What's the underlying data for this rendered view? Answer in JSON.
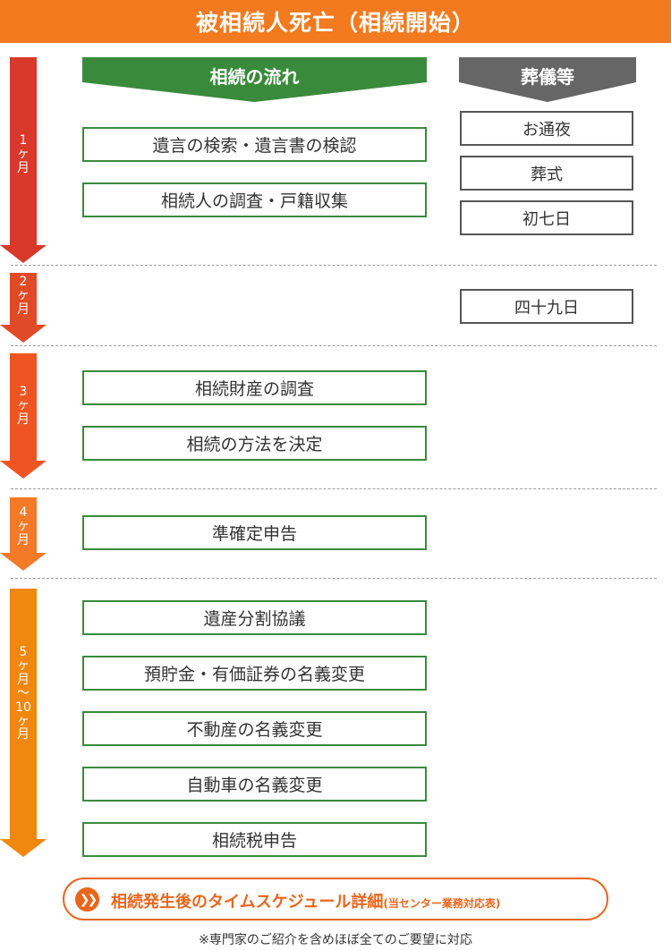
{
  "header": {
    "title": "被相続人死亡（相続開始）"
  },
  "columns": {
    "main_heading": "相続の流れ",
    "side_heading": "葬儀等"
  },
  "periods": [
    {
      "label": "1\nヶ\n月",
      "color": "#d8392b"
    },
    {
      "label": "2\nヶ\n月",
      "color": "#e04a26"
    },
    {
      "label": "3\nヶ\n月",
      "color": "#ef5522"
    },
    {
      "label": "4\nヶ\n月",
      "color": "#f47a28"
    },
    {
      "label": "5\nヶ\n月\n〜\n10\nヶ\n月",
      "color": "#f0870f"
    }
  ],
  "steps": [
    "遺言の検索・遺言書の検認",
    "相続人の調査・戸籍収集",
    "相続財産の調査",
    "相続の方法を決定",
    "準確定申告",
    "遺産分割協議",
    "預貯金・有価証券の名義変更",
    "不動産の名義変更",
    "自動車の名義変更",
    "相続税申告"
  ],
  "rituals": [
    "お通夜",
    "葬式",
    "初七日",
    "四十九日"
  ],
  "link": {
    "icon": "double-chevron-right-icon",
    "text": "相続発生後のタイムスケジュール詳細",
    "sub": "(当センター業務対応表)"
  },
  "footnote": "※専門家のご紹介を含めほぼ全てのご要望に対応",
  "colors": {
    "title_bg": "#f37a1f",
    "main_banner": "#3a8a3c",
    "side_banner": "#666666",
    "step_border": "#3a8a3c",
    "ritual_border": "#555555",
    "link": "#e8661c"
  }
}
